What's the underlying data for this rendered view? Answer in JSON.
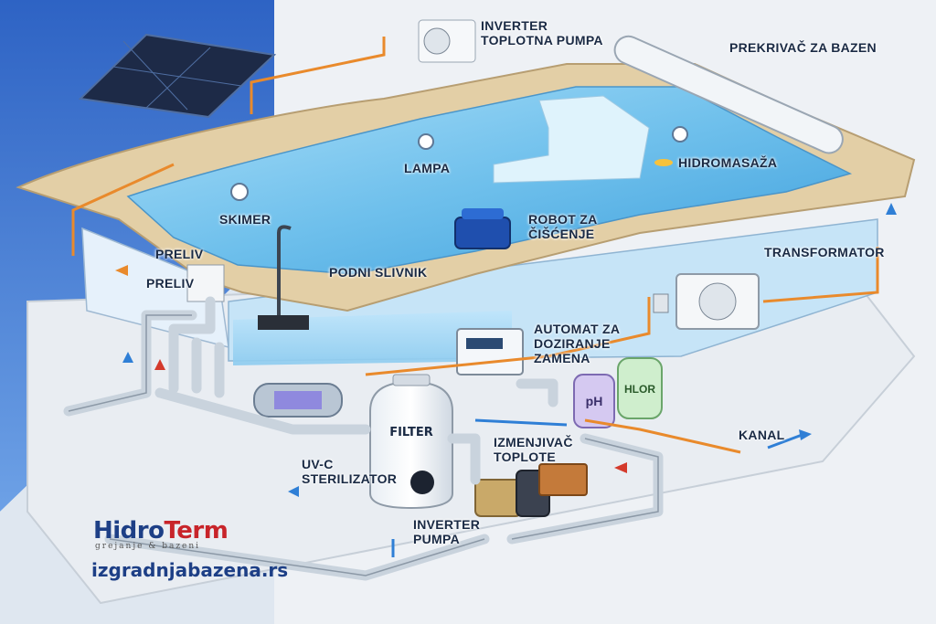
{
  "labels": {
    "heat_pump": "INVERTER\nTOPLOTNA PUMPA",
    "cover": "PREKRIVAČ ZA BAZEN",
    "lamp": "LAMPA",
    "hydromassage": "HIDROMASAŽA",
    "skimmer": "SKIMER",
    "robot": "ROBOT ZA\nČIŠĆENJE",
    "overflow_1": "PRELIV",
    "overflow_2": "PRELIV",
    "floor_drain": "PODNI SLIVNIK",
    "transformer": "TRANSFORMATOR",
    "dosing": "AUTOMAT ZA\nDOZIRANJE\nZAMENA",
    "ph": "pH",
    "chlorine": "HLOR",
    "filter": "FILTER",
    "heat_exchanger": "IZMENJIVAČ\nTOPLOTE",
    "channel": "KANAL",
    "uvc": "UV-C\nSTERILIZATOR",
    "pump": "INVERTER\nPUMPA"
  },
  "brand": {
    "name_part1": "Hidro",
    "name_part2": "Term",
    "tagline": "grejanje & bazeni",
    "website": "izgradnjabazena.rs"
  },
  "colors": {
    "water": "#7cc6ee",
    "stone": "#e3cfa6",
    "pipe": "#c9d3dd",
    "hot_line": "#e98a2c",
    "cold_line": "#2f7fd6",
    "brand_blue": "#1d3f86",
    "brand_red": "#c8242a"
  }
}
